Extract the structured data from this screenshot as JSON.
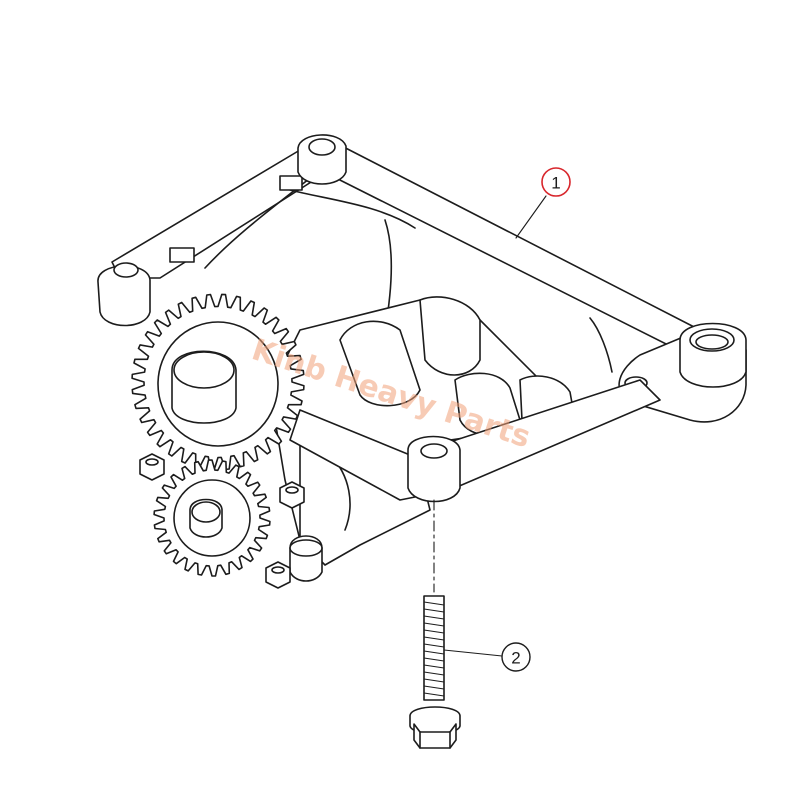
{
  "diagram": {
    "callouts": [
      {
        "id": "1",
        "label": "1",
        "part": "oil pump assembly",
        "highlighted": true
      },
      {
        "id": "2",
        "label": "2",
        "part": "bolt",
        "highlighted": false
      }
    ],
    "watermark": {
      "text": "Kinb Heavy Parts"
    }
  },
  "colors": {
    "line": "#1c1c1c",
    "callout_highlight": "#d8262c",
    "watermark": "#f2a27a",
    "background": "#ffffff"
  }
}
